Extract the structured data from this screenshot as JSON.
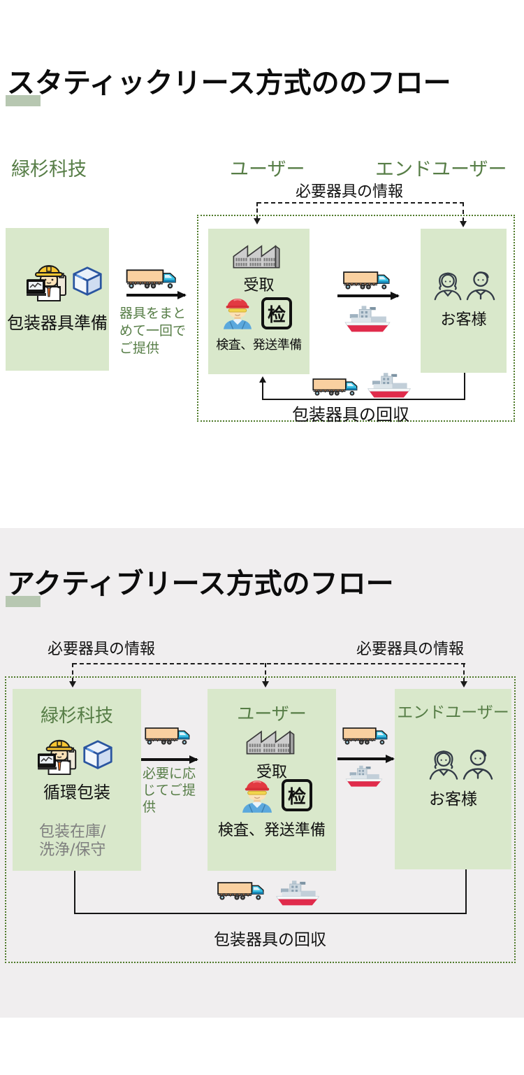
{
  "colors": {
    "box_green": "#d9e8cb",
    "heading_green": "#567d46",
    "dotted_border_green": "#4e7a29",
    "gray_text": "#7f7f7f",
    "section2_bg": "#f0eeef",
    "title_highlight": "#b7c7b1"
  },
  "icons": [
    "truck-icon",
    "cargo-ship-icon",
    "factory-icon",
    "package-cube-icon",
    "worker-laptop-icon",
    "inspector-icon",
    "inspection-stamp-icon",
    "woman-icon",
    "man-icon"
  ],
  "diagram1": {
    "title": "スタティックリース方式ののフロー",
    "col_provider": "緑杉科技",
    "col_user": "ユーザー",
    "col_end_user": "エンドユーザー",
    "info_label": "必要器具の情報",
    "provider_label": "包装器具準備",
    "provide_note": [
      "器具をまと",
      "めて一回で",
      "ご提供"
    ],
    "receive_label": "受取",
    "stamp_char": "检",
    "inspect_label": "検査、発送準備",
    "customer_label": "お客様",
    "return_label": "包装器具の回収"
  },
  "diagram2": {
    "title": "アクティブリース方式のフロー",
    "info_label_left": "必要器具の情報",
    "info_label_right": "必要器具の情報",
    "provider_heading": "緑杉科技",
    "provider_label": "循環包装",
    "provider_sub": [
      "包装在庫/",
      "洗浄/保守"
    ],
    "provide_note": [
      "必要に応",
      "じてご提",
      "供"
    ],
    "user_heading": "ユーザー",
    "receive_label": "受取",
    "stamp_char": "检",
    "inspect_label": "検査、発送準備",
    "end_user_heading": "エンドユーザー",
    "customer_label": "お客様",
    "return_label": "包装器具の回収"
  }
}
